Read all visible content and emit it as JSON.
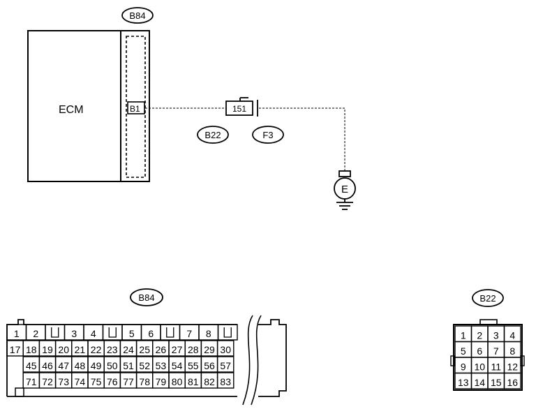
{
  "ecm": {
    "label": "ECM",
    "connector_tag": "B84",
    "pin_label": "B1"
  },
  "splice": {
    "label": "151",
    "tag_left": "B22",
    "tag_right": "F3"
  },
  "ground": {
    "label": "E"
  },
  "connector_b84": {
    "tag": "B84",
    "row1": [
      "1",
      "2",
      "",
      "3",
      "4",
      "",
      "5",
      "6",
      "",
      "7",
      "8",
      ""
    ],
    "row2": [
      "17",
      "18",
      "19",
      "20",
      "21",
      "22",
      "23",
      "24",
      "25",
      "26",
      "27",
      "28",
      "29",
      "30"
    ],
    "row3": [
      "45",
      "46",
      "47",
      "48",
      "49",
      "50",
      "51",
      "52",
      "53",
      "54",
      "55",
      "56",
      "57"
    ],
    "row4": [
      "71",
      "72",
      "73",
      "74",
      "75",
      "76",
      "77",
      "78",
      "79",
      "80",
      "81",
      "82",
      "83"
    ]
  },
  "connector_b22": {
    "tag": "B22",
    "rows": [
      [
        "1",
        "2",
        "3",
        "4"
      ],
      [
        "5",
        "6",
        "7",
        "8"
      ],
      [
        "9",
        "10",
        "11",
        "12"
      ],
      [
        "13",
        "14",
        "15",
        "16"
      ]
    ]
  }
}
